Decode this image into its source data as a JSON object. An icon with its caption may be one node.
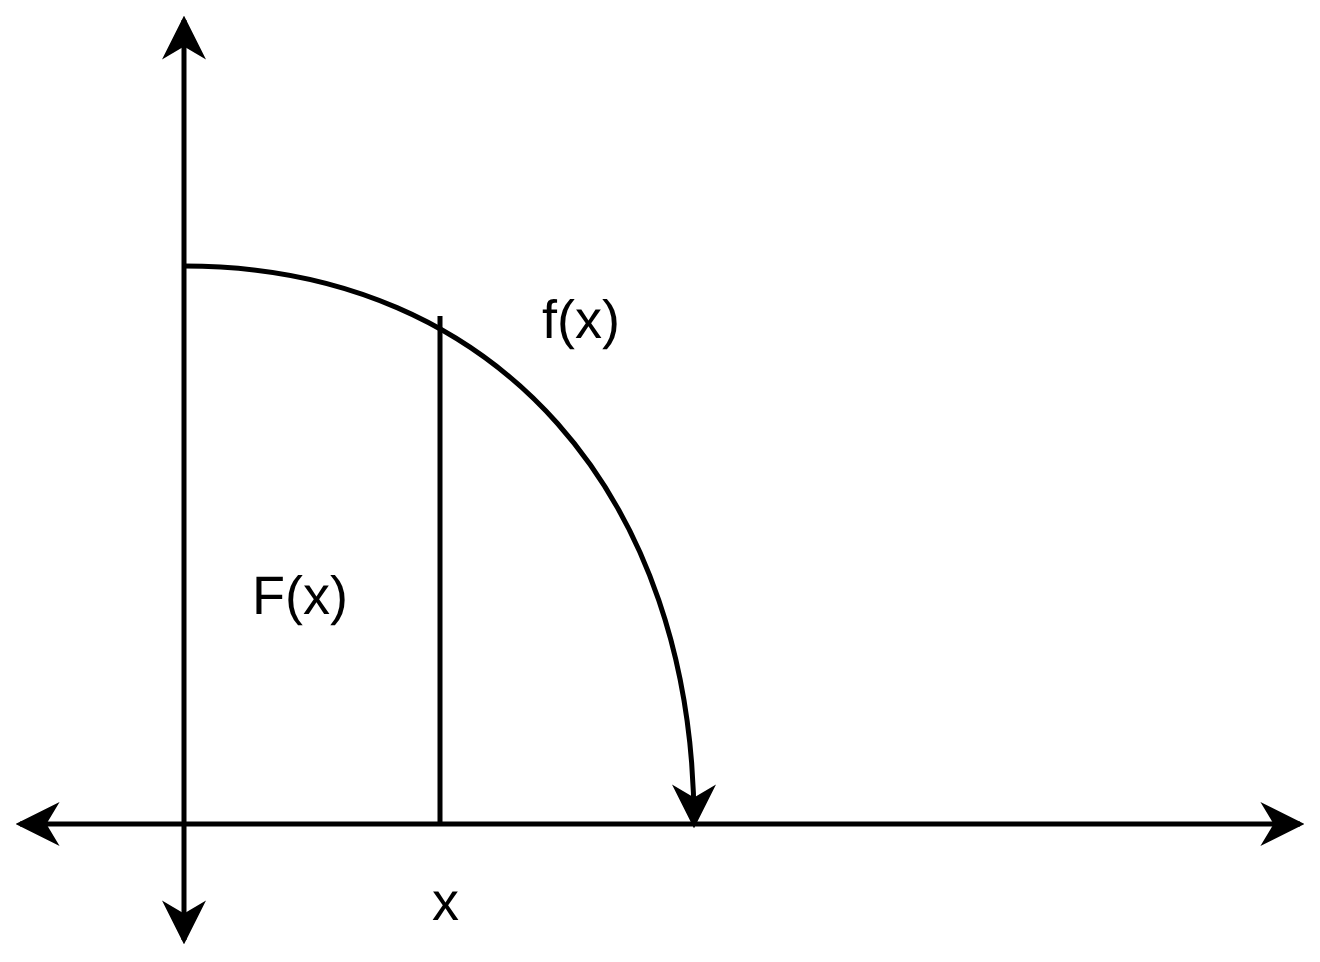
{
  "diagram": {
    "labels": [
      "f(x)",
      "F(x)",
      "x"
    ]
  }
}
